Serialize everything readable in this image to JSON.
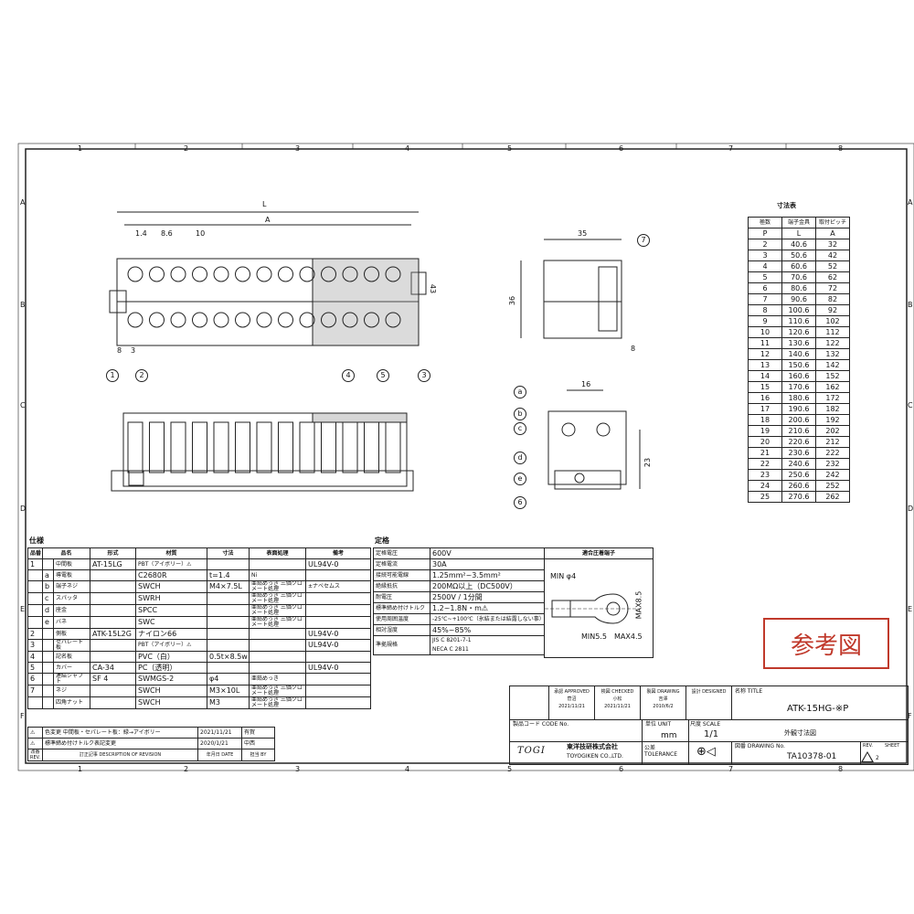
{
  "grid": {
    "columns": [
      "1",
      "2",
      "3",
      "4",
      "5",
      "6",
      "7",
      "8"
    ],
    "rows": [
      "A",
      "B",
      "C",
      "D",
      "E",
      "F"
    ]
  },
  "drawing": {
    "top_view_dims": {
      "L": "L",
      "A": "A",
      "d1": "1.4",
      "d2": "8.6",
      "d3": "10",
      "d4": "43",
      "d5": "8",
      "d6": "3"
    },
    "side_dims": {
      "w": "35",
      "h": "36",
      "b": "8"
    },
    "section_dims": {
      "w": "16",
      "h": "23"
    },
    "balloons": [
      "1",
      "2",
      "3",
      "4",
      "5",
      "7",
      "a",
      "b",
      "c",
      "d",
      "e",
      "6"
    ]
  },
  "dim_table": {
    "title": "寸法表",
    "headers": [
      [
        "極数",
        "端子金具",
        "取付ピッチ"
      ],
      [
        "P",
        "L",
        "A"
      ]
    ],
    "rows": [
      [
        "2",
        "40.6",
        "32"
      ],
      [
        "3",
        "50.6",
        "42"
      ],
      [
        "4",
        "60.6",
        "52"
      ],
      [
        "5",
        "70.6",
        "62"
      ],
      [
        "6",
        "80.6",
        "72"
      ],
      [
        "7",
        "90.6",
        "82"
      ],
      [
        "8",
        "100.6",
        "92"
      ],
      [
        "9",
        "110.6",
        "102"
      ],
      [
        "10",
        "120.6",
        "112"
      ],
      [
        "11",
        "130.6",
        "122"
      ],
      [
        "12",
        "140.6",
        "132"
      ],
      [
        "13",
        "150.6",
        "142"
      ],
      [
        "14",
        "160.6",
        "152"
      ],
      [
        "15",
        "170.6",
        "162"
      ],
      [
        "16",
        "180.6",
        "172"
      ],
      [
        "17",
        "190.6",
        "182"
      ],
      [
        "18",
        "200.6",
        "192"
      ],
      [
        "19",
        "210.6",
        "202"
      ],
      [
        "20",
        "220.6",
        "212"
      ],
      [
        "21",
        "230.6",
        "222"
      ],
      [
        "22",
        "240.6",
        "232"
      ],
      [
        "23",
        "250.6",
        "242"
      ],
      [
        "24",
        "260.6",
        "252"
      ],
      [
        "25",
        "270.6",
        "262"
      ]
    ]
  },
  "spec": {
    "title": "仕様",
    "headers": [
      "品番",
      "品名",
      "形式",
      "材質",
      "寸法",
      "表面処理",
      "備考"
    ],
    "rows": [
      [
        "1",
        "",
        "中間板",
        "AT-15LG",
        "PBT（アイボリー）⚠",
        "",
        "",
        "UL94V-0"
      ],
      [
        "",
        "a",
        "導電板",
        "",
        "C2680R",
        "t=1.4",
        "Ni",
        ""
      ],
      [
        "",
        "b",
        "端子ネジ",
        "",
        "SWCH",
        "M4×7.5L",
        "亜鉛めっき 三価クロメート処理",
        "±ナベセムス"
      ],
      [
        "",
        "c",
        "スパッタ",
        "",
        "SWRH",
        "",
        "亜鉛めっき 三価クロメート処理",
        ""
      ],
      [
        "",
        "d",
        "座金",
        "",
        "SPCC",
        "",
        "亜鉛めっき 三価クロメート処理",
        ""
      ],
      [
        "",
        "e",
        "バネ",
        "",
        "SWC",
        "",
        "亜鉛めっき 三価クロメート処理",
        ""
      ],
      [
        "2",
        "",
        "側板",
        "ATK-15L2G",
        "ナイロン66",
        "",
        "",
        "UL94V-0"
      ],
      [
        "3",
        "",
        "セパレート板",
        "",
        "PBT（アイボリー）⚠",
        "",
        "",
        "UL94V-0"
      ],
      [
        "4",
        "",
        "記名板",
        "",
        "PVC（白）",
        "0.5t×8.5w",
        "",
        ""
      ],
      [
        "5",
        "",
        "カバー",
        "CA-34",
        "PC（透明）",
        "",
        "",
        "UL94V-0"
      ],
      [
        "6",
        "",
        "連結シャフト",
        "SF 4",
        "SWMGS-2",
        "φ4",
        "亜鉛めっき",
        ""
      ],
      [
        "7",
        "",
        "ネジ",
        "",
        "SWCH",
        "M3×10L",
        "亜鉛めっき 三価クロメート処理",
        ""
      ],
      [
        "",
        "",
        "四角ナット",
        "",
        "SWCH",
        "M3",
        "亜鉛めっき 三価クロメート処理",
        ""
      ]
    ]
  },
  "rating": {
    "title": "定格",
    "rows": [
      [
        "定格電圧",
        "600V"
      ],
      [
        "定格電流",
        "30A"
      ],
      [
        "接続可能電線",
        "1.25mm²~3.5mm²"
      ],
      [
        "絶縁抵抗",
        "200MΩ以上（DC500V）"
      ],
      [
        "耐電圧",
        "2500V / 1分間"
      ],
      [
        "標準締め付けトルク",
        "1.2~1.8N・m⚠"
      ],
      [
        "使用周囲温度",
        "-25℃~+100℃（氷結または結露しない事）"
      ],
      [
        "相対湿度",
        "45%~85%"
      ],
      [
        "準拠規格",
        "JIS C 8201-7-1\nNECA C 2811"
      ]
    ],
    "terminal": {
      "title": "適合圧着端子",
      "min_hole": "MIN φ4",
      "max_h": "MAX8.5",
      "min_w": "MIN5.5",
      "max_w": "MAX4.5"
    }
  },
  "revisions": {
    "rows": [
      [
        "⚠",
        "色変更 中間板・セパレート板：緑→アイボリー",
        "2021/11/21",
        "有賀"
      ],
      [
        "⚠",
        "標準締め付けトルク表記変更",
        "2020/1/21",
        "中西"
      ]
    ],
    "headers": {
      "rev": "改番 REV.",
      "desc": "訂正記事 DESCRIPTION OF REVISION",
      "date": "年月日 DATE",
      "by": "担当 BY"
    }
  },
  "title_block": {
    "approved": {
      "label": "承認 APPROVED",
      "name": "菅沼",
      "date": "2021/11/21"
    },
    "checked": {
      "label": "検図 CHECKED",
      "name": "小松",
      "date": "2021/11/21"
    },
    "drawing": {
      "label": "製図 DRAWING",
      "name": "吉澤",
      "date": "2010/6/2"
    },
    "designed": {
      "label": "設計 DESIGNED"
    },
    "title_label": "名称 TITLE",
    "title": "ATK-15HG-※P",
    "subtitle": "外観寸法図",
    "code_label": "製品コード CODE No.",
    "unit_label": "単位 UNIT",
    "unit": "mm",
    "scale_label": "尺度 SCALE",
    "scale": "1/1",
    "tolerance_label": "公差 TOLERANCE",
    "drawing_no_label": "図番 DRAWING No.",
    "drawing_no": "TA10378-01",
    "rev_label": "REV.",
    "rev": "2",
    "sheet_label": "SHEET",
    "logo": "TOGI",
    "company_jp": "東洋技研株式会社",
    "company_en": "TOYOGIKEN CO.,LTD."
  },
  "stamp": "参考図",
  "colors": {
    "line": "#222222",
    "stamp": "#c0392b",
    "hatch": "#555555"
  }
}
